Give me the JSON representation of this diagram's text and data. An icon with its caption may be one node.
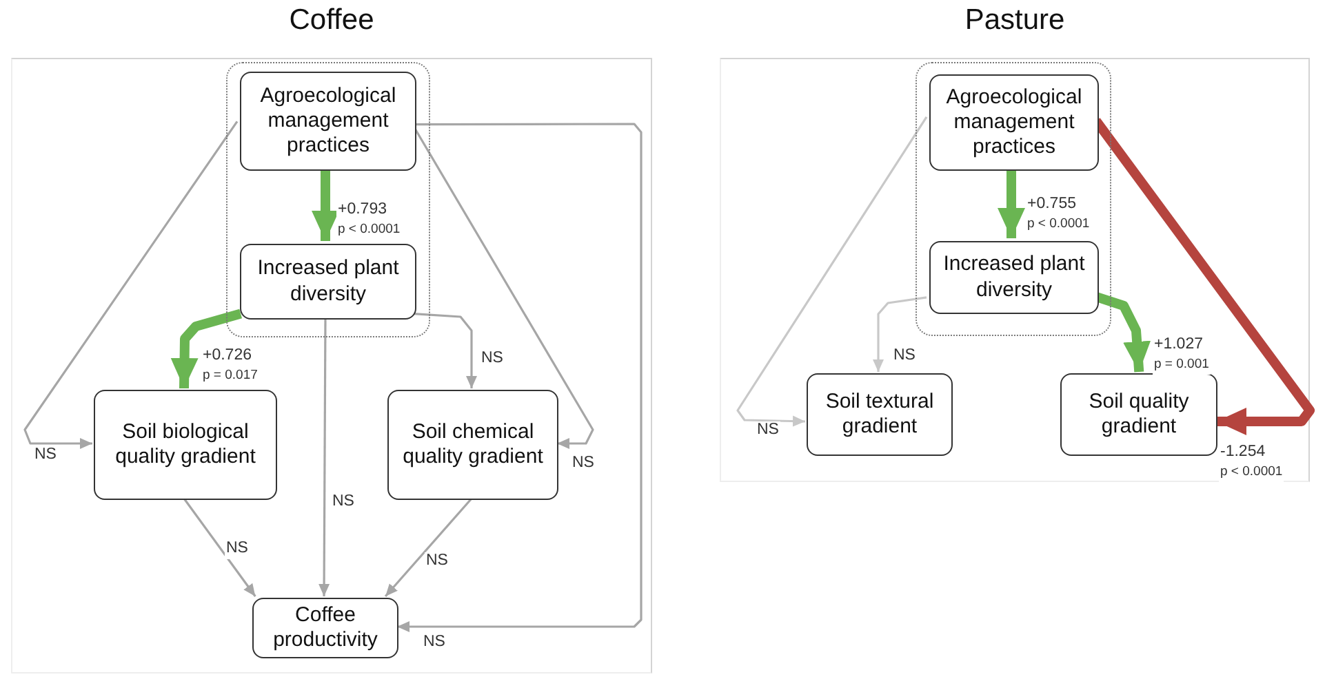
{
  "diagram": {
    "nodes": [
      {
        "text": [
          "Coffee"
        ]
      },
      {
        "text": [],
        "shape": "box",
        "in": 0
      },
      {
        "text": [
          "Agroecological management practices"
        ],
        "in": 1
      },
      {
        "text": [
          "Increased plant diversity"
        ],
        "in": 1
      },
      {
        "text": [
          "Soil biological quality gradient"
        ],
        "in": 0
      },
      {
        "text": [
          "Soil chemical quality gradient"
        ],
        "in": 0
      },
      {
        "text": [
          "Coffee productivity"
        ],
        "in": 0
      },
      {
        "text": [
          "Pasture"
        ]
      },
      {
        "text": [],
        "shape": "box",
        "in": 7
      },
      {
        "text": [
          "Agroecological management practices"
        ],
        "in": 8
      },
      {
        "text": [
          "Increased plant diversity"
        ],
        "in": 8
      },
      {
        "text": [
          "Soil textural gradient"
        ],
        "in": 7
      },
      {
        "text": [
          "Soil quality gradient"
        ],
        "in": 7
      }
    ],
    "edges": [
      {
        "from": 2,
        "to": 3,
        "arrow": "to",
        "label": "+0.793 p < 0.0001",
        "style": "thick",
        "color": "#6ab552"
      },
      {
        "from": 3,
        "to": 4,
        "arrow": "to",
        "label": "+0.726 p = 0.017",
        "style": "thick",
        "color": "#6ab552"
      },
      {
        "from": 2,
        "to": 4,
        "arrow": "to",
        "label": "NS"
      },
      {
        "from": 3,
        "to": 5,
        "arrow": "to",
        "label": "NS"
      },
      {
        "from": 3,
        "to": 6,
        "arrow": "to",
        "label": "NS"
      },
      {
        "from": 2,
        "to": 5,
        "arrow": "to",
        "label": "NS"
      },
      {
        "from": 2,
        "to": 6,
        "arrow": "to",
        "label": "NS"
      },
      {
        "from": 4,
        "to": 6,
        "arrow": "to",
        "label": "NS"
      },
      {
        "from": 5,
        "to": 6,
        "arrow": "to",
        "label": "NS"
      },
      {
        "from": 9,
        "to": 10,
        "arrow": "to",
        "label": "+0.755 p < 0.0001",
        "style": "thick",
        "color": "#6ab552"
      },
      {
        "from": 10,
        "to": 11,
        "arrow": "to",
        "label": "NS",
        "color": "#c8c8c8"
      },
      {
        "from": 9,
        "to": 11,
        "arrow": "to",
        "label": "NS",
        "color": "#c8c8c8"
      },
      {
        "from": 10,
        "to": 12,
        "arrow": "to",
        "label": "+1.027 p = 0.001",
        "style": "thick",
        "color": "#6ab552"
      },
      {
        "from": 9,
        "to": 12,
        "arrow": "to",
        "label": "-1.254 p < 0.0001",
        "style": "thick",
        "color": "#b5443e"
      }
    ]
  }
}
